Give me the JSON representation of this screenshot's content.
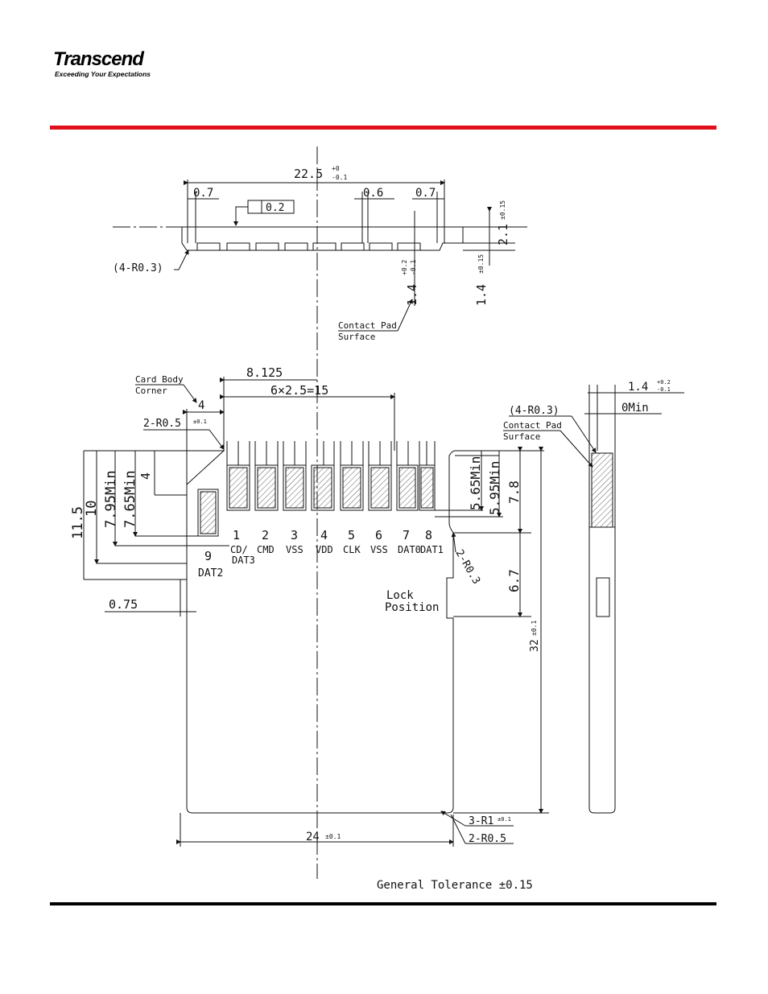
{
  "header": {
    "brand": "Transcend",
    "tagline": "Exceeding Your Expectations",
    "rule_color": "#e0101b"
  },
  "footer": {
    "rule_color": "#000000"
  },
  "drawing": {
    "top_view": {
      "overall_width": "22.5",
      "overall_width_tol_upper": "+0",
      "overall_width_tol_lower": "-0.1",
      "left_margin": "0.7",
      "recess": "0.2",
      "gap": "0.6",
      "right_margin": "0.7",
      "thickness": "2.1",
      "thickness_tol": "±0.15",
      "pad_depth": "1.4",
      "pad_depth_tol_upper": "+0.2",
      "pad_depth_tol_lower": "-0.1",
      "edge_depth": "1.4",
      "edge_depth_tol": "±0.15",
      "corner_radius": "(4-R0.3)",
      "contact_pad_line1": "Contact Pad",
      "contact_pad_line2": "Surface"
    },
    "front_view": {
      "body_corner_line1": "Card Body",
      "body_corner_line2": "Corner",
      "pin1_offset": "8.125",
      "pin_pitch": "6×2.5=15",
      "chamfer_width": "4",
      "chamfer_radius": "2-R0.5",
      "chamfer_radius_tol": "±0.1",
      "dim_11_5": "11.5",
      "dim_10": "10",
      "dim_7_95": "7.95Min",
      "dim_7_65": "7.65Min",
      "dim_4": "4",
      "dim_0_75": "0.75",
      "dim_5_65": "5.65Min",
      "dim_5_95": "5.95Min",
      "dim_7_8": "7.8",
      "dim_6_7": "6.7",
      "height": "32",
      "height_tol": "±0.1",
      "width": "24",
      "width_tol": "±0.1",
      "side_radius": "2-R0.3",
      "bottom_radius_1": "3-R1",
      "bottom_radius_1_tol": "±0.1",
      "bottom_radius_2": "2-R0.5",
      "lock_line1": "Lock",
      "lock_line2": "Position",
      "pins": [
        {
          "num": "1",
          "name": "CD/",
          "name2": "DAT3"
        },
        {
          "num": "2",
          "name": "CMD",
          "name2": ""
        },
        {
          "num": "3",
          "name": "VSS",
          "name2": ""
        },
        {
          "num": "4",
          "name": "VDD",
          "name2": ""
        },
        {
          "num": "5",
          "name": "CLK",
          "name2": ""
        },
        {
          "num": "6",
          "name": "VSS",
          "name2": ""
        },
        {
          "num": "7",
          "name": "DAT0",
          "name2": ""
        },
        {
          "num": "8",
          "name": "DAT1",
          "name2": ""
        }
      ],
      "pin9": {
        "num": "9",
        "name": "DAT2"
      }
    },
    "side_view": {
      "depth": "1.4",
      "depth_tol_upper": "+0.2",
      "depth_tol_lower": "-0.1",
      "zero_min": "0Min",
      "corner_radius": "(4-R0.3)",
      "contact_pad_line1": "Contact Pad",
      "contact_pad_line2": "Surface"
    },
    "general_tolerance": "General Tolerance ±0.15"
  }
}
